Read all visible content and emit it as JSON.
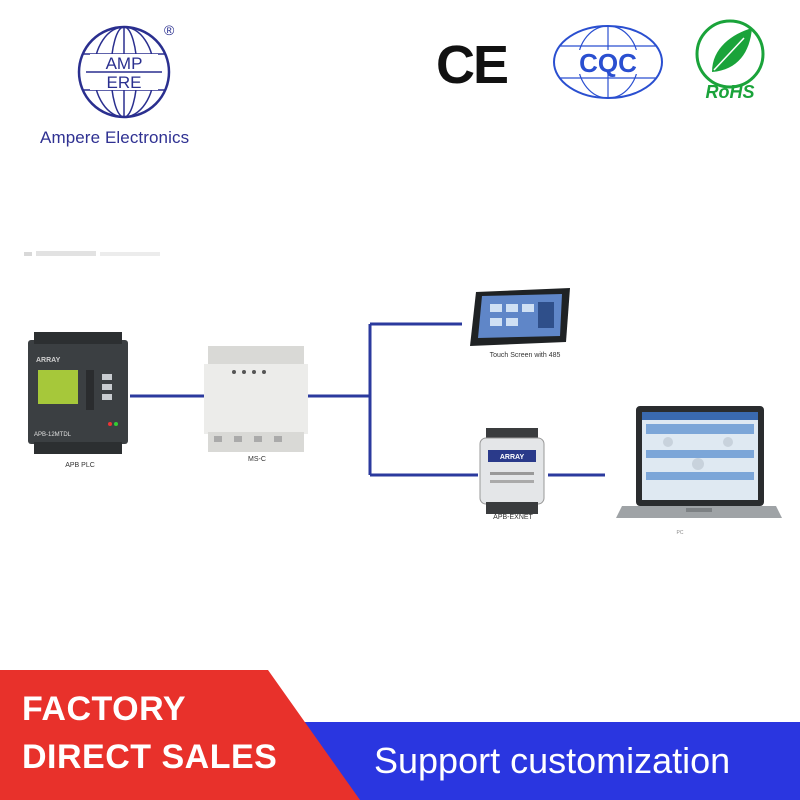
{
  "brand": {
    "logo_top": "AMP",
    "logo_bottom": "ERE",
    "registered": "®",
    "name": "Ampere Electronics"
  },
  "certifications": {
    "ce": "CE",
    "cqc": "CQC",
    "rohs": "RoHS"
  },
  "diagram": {
    "plc_caption": "APB PLC",
    "plc_model": "APB-12MTDL",
    "plc_brand": "ARRAY",
    "msc_caption": "MS-C",
    "touch_caption": "Touch Screen with 485",
    "exnet_caption": "APB-EXNET",
    "exnet_brand": "ARRAY",
    "laptop_caption": "PC"
  },
  "banner": {
    "line1": "FACTORY",
    "line2": "DIRECT SALES",
    "support": "Support customization"
  },
  "colors": {
    "brand_blue": "#2f3192",
    "banner_red": "#e8312b",
    "banner_blue": "#2a36e0",
    "wire": "#2b3a9e"
  }
}
